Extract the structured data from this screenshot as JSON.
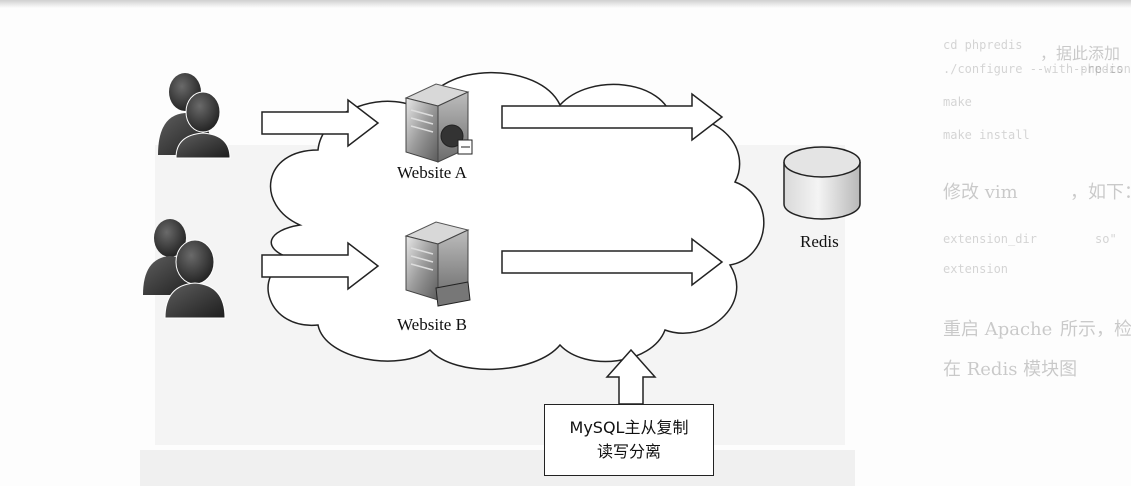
{
  "diagram": {
    "users": [
      {
        "name": "user-group-a"
      },
      {
        "name": "user-group-b"
      }
    ],
    "servers": [
      {
        "label": "Website A"
      },
      {
        "label": "Website B"
      }
    ],
    "cache": {
      "label": "Redis"
    },
    "database": {
      "line1": "MySQL主从复制",
      "line2": "读写分离"
    }
  },
  "background_text": {
    "line1": "cd phpredis",
    "line2": "./configure --with-php-config=/usr/local/php/bin/php-config --enable-redis",
    "line3": "make",
    "line4": "make install",
    "line5": "修改 vim",
    "line6": "extension_dir",
    "line7": "extension",
    "line8": "重启 Apache",
    "line9": "在 Redis 模块图",
    "line10": "所示，检查确",
    "line11": "，如下：",
    "line12": "，据此添加",
    "line13": "-redis",
    "line14": "so\""
  },
  "colors": {
    "cloud_fill": "#ffffff",
    "stroke": "#222222",
    "person_dark": "#3a3a3a",
    "server_gray": "#8a8a8a",
    "arrow_fill": "#ffffff"
  }
}
